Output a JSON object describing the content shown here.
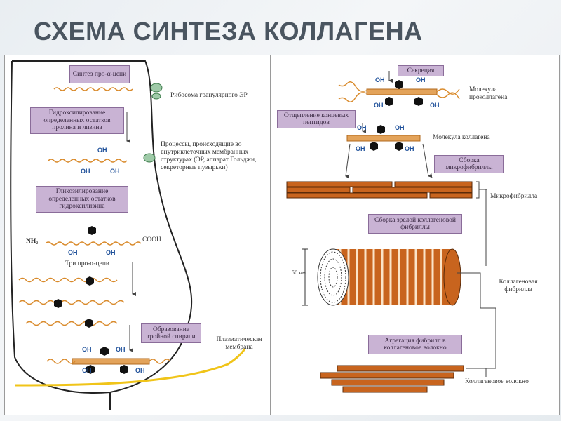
{
  "title": "СХЕМА СИНТЕЗА КОЛЛАГЕНА",
  "left": {
    "box_synthesis": "Синтез про-α-цепи",
    "label_ribosome": "Рибосома гранулярного ЭР",
    "box_hydroxylation": "Гидроксилирование определенных остатков пролина и лизина",
    "label_processes": "Процессы, происходящие во внутриклеточных мембранных структурах (ЭР, аппарат Гольджи, секреторные пузырьки)",
    "box_glycosylation": "Гликозилирование определенных остатков гидроксилизина",
    "label_nh2": "NH₂",
    "label_cooh": "COOH",
    "label_three_chains": "Три про-α-цепи",
    "box_triple_helix": "Образование тройной спирали",
    "label_membrane": "Плазматическая мембрана",
    "oh": "OH"
  },
  "right": {
    "box_secretion": "Секреция",
    "label_procollagen": "Молекула проколлагена",
    "box_cleavage": "Отщепление концевых пептидов",
    "label_collagen_molecule": "Молекула коллагена",
    "box_microfibril_assembly": "Сборка микрофибриллы",
    "label_microfibril": "Микрофибрилла",
    "box_fibril_assembly": "Сборка зрелой коллагеновой фибриллы",
    "label_50nm": "50 нм",
    "label_collagen_fibril": "Коллагеновая фибрилла",
    "box_aggregation": "Агрегация фибрилл в коллагеновое волокно",
    "label_collagen_fiber": "Коллагеновое волокно",
    "oh": "OH"
  },
  "colors": {
    "box_fill": "#c9b3d4",
    "chain": "#d98a2b",
    "fibril": "#c8641e",
    "membrane": "#f0c419",
    "oh": "#1d4f99"
  }
}
